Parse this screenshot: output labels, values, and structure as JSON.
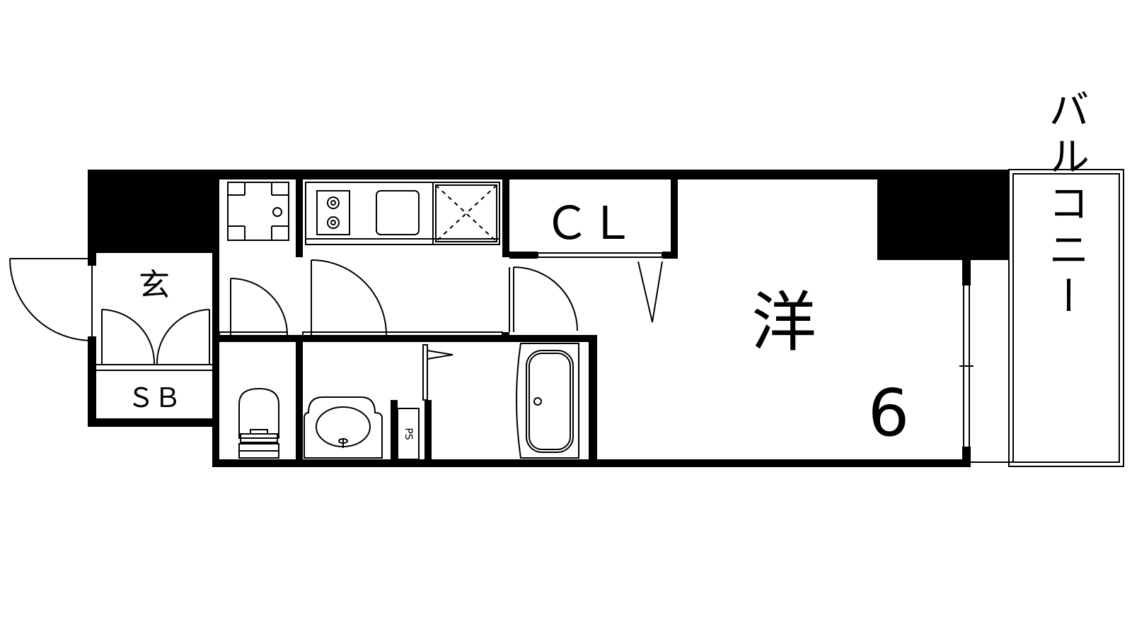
{
  "floorplan": {
    "labels": {
      "entrance": "玄",
      "shoe_box": "ＳＢ",
      "closet": "ＣＬ",
      "western_room": "洋",
      "room_size": "6",
      "pipe_space": "PS",
      "balcony": "バルコニー"
    },
    "colors": {
      "wall": "#000000",
      "background": "#ffffff",
      "fixture_line": "#000000"
    }
  }
}
